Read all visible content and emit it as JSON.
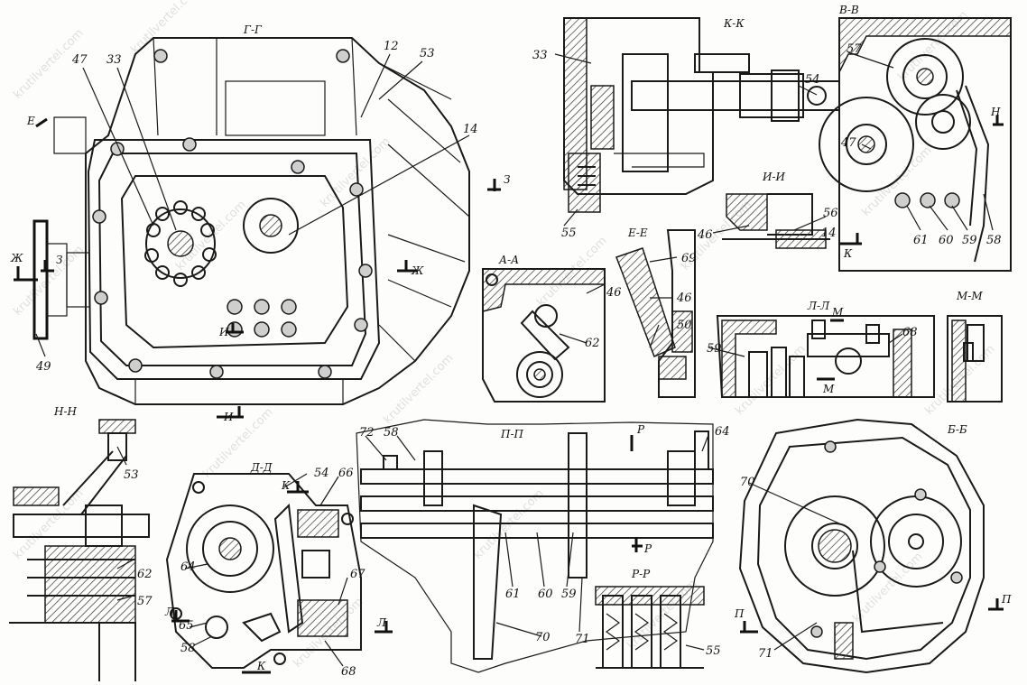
{
  "sections": {
    "gg": "Г-Г",
    "kk": "К-К",
    "vv": "В-В",
    "ii": "И-И",
    "ee": "Е-Е",
    "aa": "А-А",
    "ll": "Л-Л",
    "mm": "М-М",
    "nn": "Н-Н",
    "dd": "Д-Д",
    "pp": "П-П",
    "rr": "Р-Р",
    "bb": "Б-Б"
  },
  "labels": {
    "c47a": "47",
    "c33a": "33",
    "c12": "12",
    "c53a": "53",
    "c14a": "14",
    "c49": "49",
    "c33b": "33",
    "c54a": "54",
    "c55a": "55",
    "c57a": "57",
    "c47b": "47",
    "c46a": "46",
    "c56": "56",
    "c14b": "14",
    "c61a": "61",
    "c60a": "60",
    "c59a": "59",
    "c58a": "58",
    "c69": "69",
    "c46b": "46",
    "c50": "50",
    "c46c": "46",
    "c62a": "62",
    "c59b": "59",
    "c68a": "68",
    "c53b": "53",
    "c62b": "62",
    "c57b": "57",
    "c54b": "54",
    "c66": "66",
    "c64a": "64",
    "c65": "65",
    "c58b": "58",
    "c67": "67",
    "c68b": "68",
    "c72": "72",
    "c58c": "58",
    "c64b": "64",
    "c61b": "61",
    "c60b": "60",
    "c59c": "59",
    "c71a": "71",
    "c70a": "70",
    "c55b": "55",
    "c70b": "70",
    "c71b": "71"
  },
  "markers": {
    "e1": "Е",
    "z1": "З",
    "zh1": "Ж",
    "z2": "З",
    "zh2": "Ж",
    "i1": "И",
    "i2": "И",
    "n1": "Н",
    "k1": "К",
    "m1": "М",
    "m2": "М",
    "k2": "К",
    "l1": "Л",
    "l2": "Л",
    "k3": "К",
    "r1": "Р",
    "r2": "Р",
    "p1": "П",
    "p2": "П"
  },
  "watermark": "krutilvertel.com"
}
